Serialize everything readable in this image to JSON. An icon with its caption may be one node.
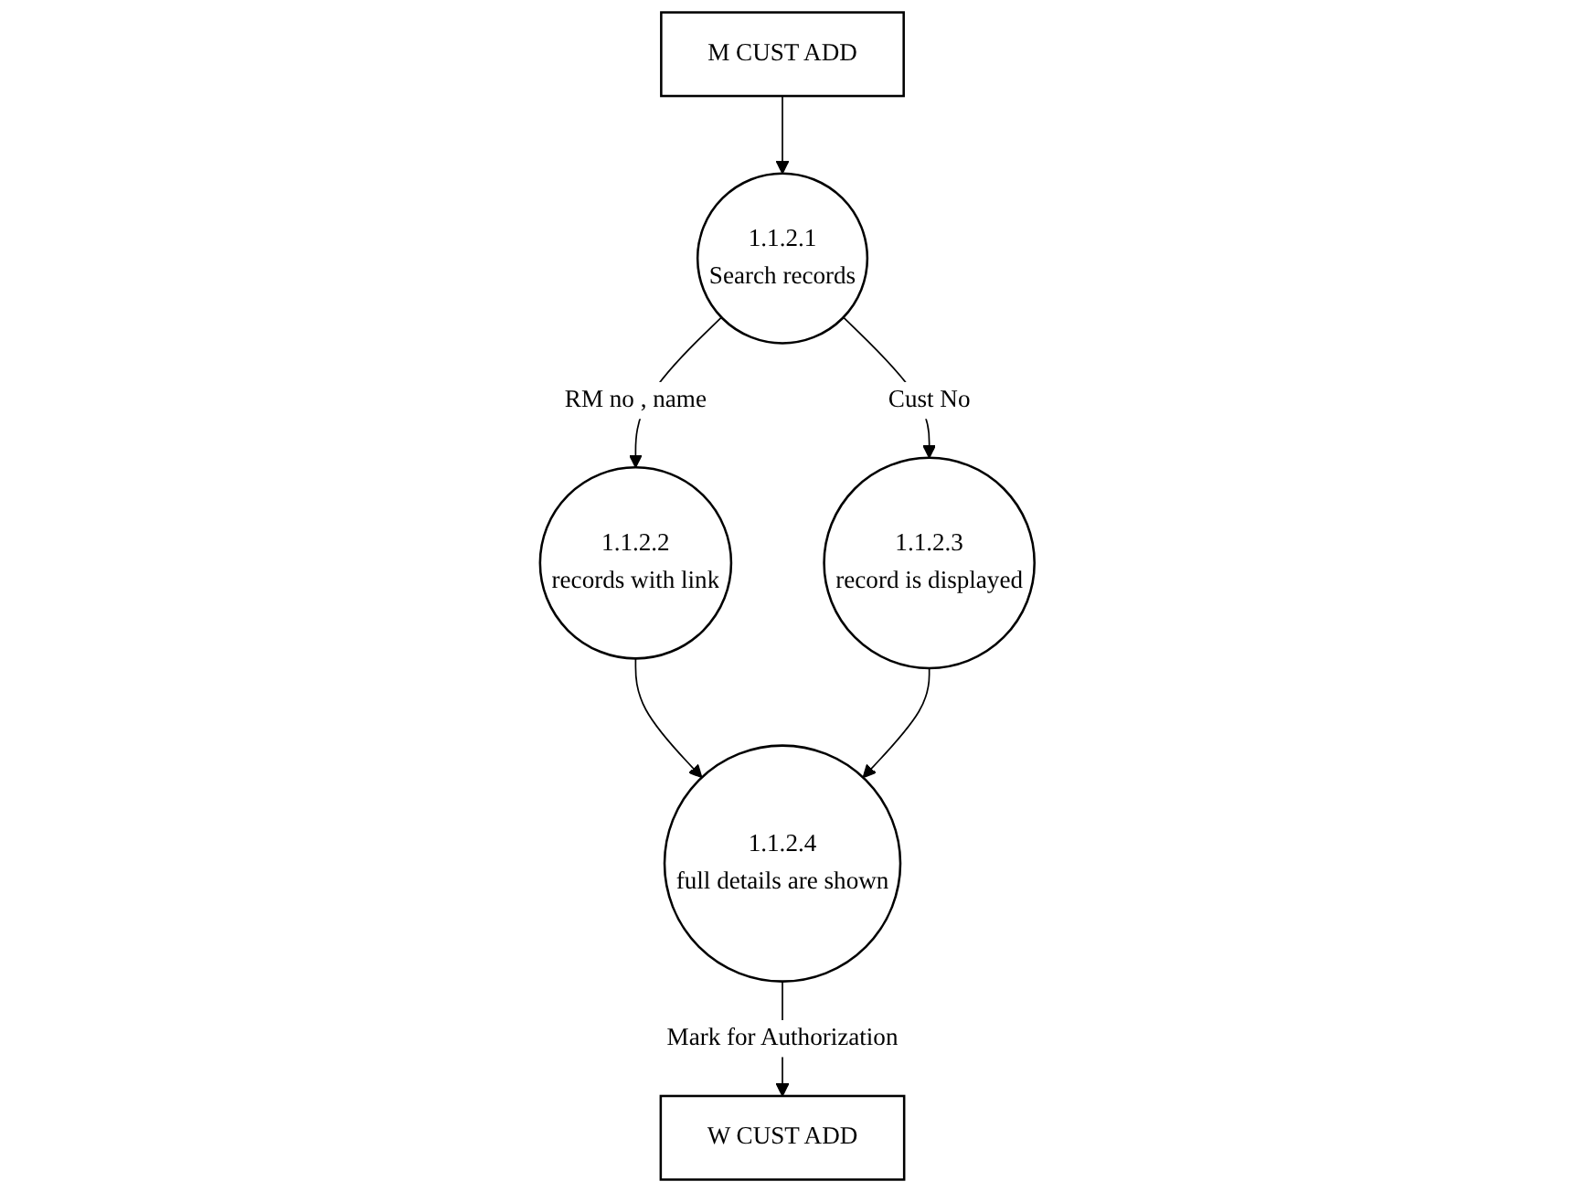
{
  "diagram": {
    "nodes": [
      {
        "text": [
          "M  CUST  ADD"
        ]
      },
      {
        "text": [
          "1.1.2.1",
          "Search records"
        ]
      },
      {
        "text": [
          "1.1.2.2",
          "records with link"
        ]
      },
      {
        "text": [
          "1.1.2.3",
          "record is displayed"
        ]
      },
      {
        "text": [
          "1.1.2.4",
          "full details are shown"
        ]
      },
      {
        "text": [
          "W  CUST  ADD"
        ]
      }
    ],
    "edges": [
      {
        "from": 0,
        "to": 1,
        "arrow": "to"
      },
      {
        "from": 1,
        "to": 2,
        "arrow": "to",
        "label": "RM no , name"
      },
      {
        "from": 1,
        "to": 3,
        "arrow": "to",
        "label": "Cust No"
      },
      {
        "from": 2,
        "to": 4,
        "arrow": "to"
      },
      {
        "from": 3,
        "to": 4,
        "arrow": "to"
      },
      {
        "from": 4,
        "to": 5,
        "arrow": "to",
        "label": "Mark for Authorization"
      }
    ]
  }
}
